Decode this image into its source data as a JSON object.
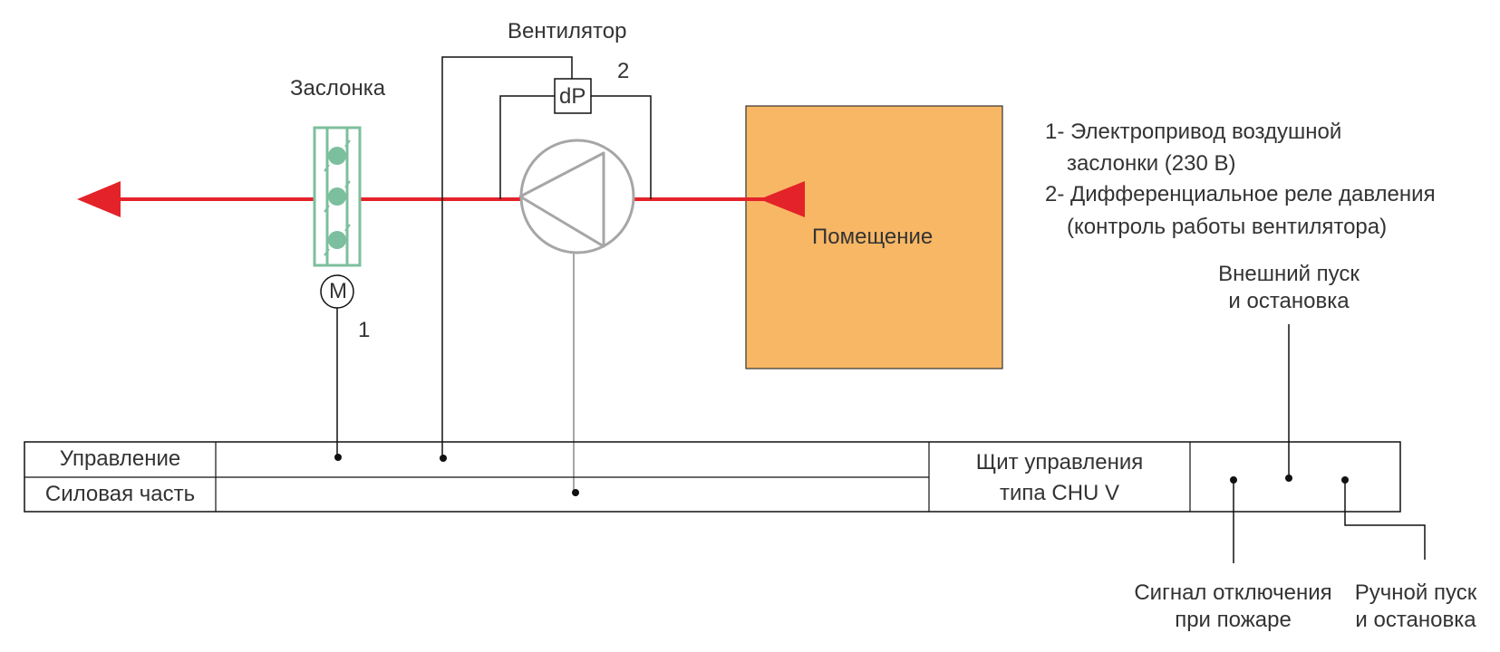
{
  "colors": {
    "airflow": "#e4222a",
    "damper": "#7cbf9e",
    "fan": "#a6a6a6",
    "room": "#f7b765",
    "line": "#111111"
  },
  "labels": {
    "fan_title": "Вентилятор",
    "dp": "dP",
    "num_2": "2",
    "damper_title": "Заслонка",
    "motor": "M",
    "num_1": "1",
    "room": "Помещение"
  },
  "legend": {
    "item1_line1": "1- Электропривод воздушной",
    "item1_line2": "заслонки (230 В)",
    "item2_line1": "2- Дифференциальное реле давления",
    "item2_line2": "(контроль работы вентилятора)"
  },
  "panel": {
    "row_control": "Управление",
    "row_power": "Силовая часть",
    "title_line1": "Щит управления",
    "title_line2": "типа CHU V"
  },
  "signals": {
    "external_line1": "Внешний пуск",
    "external_line2": "и остановка",
    "fire_line1": "Сигнал отключения",
    "fire_line2": "при пожаре",
    "manual_line1": "Ручной пуск",
    "manual_line2": "и остановка"
  }
}
